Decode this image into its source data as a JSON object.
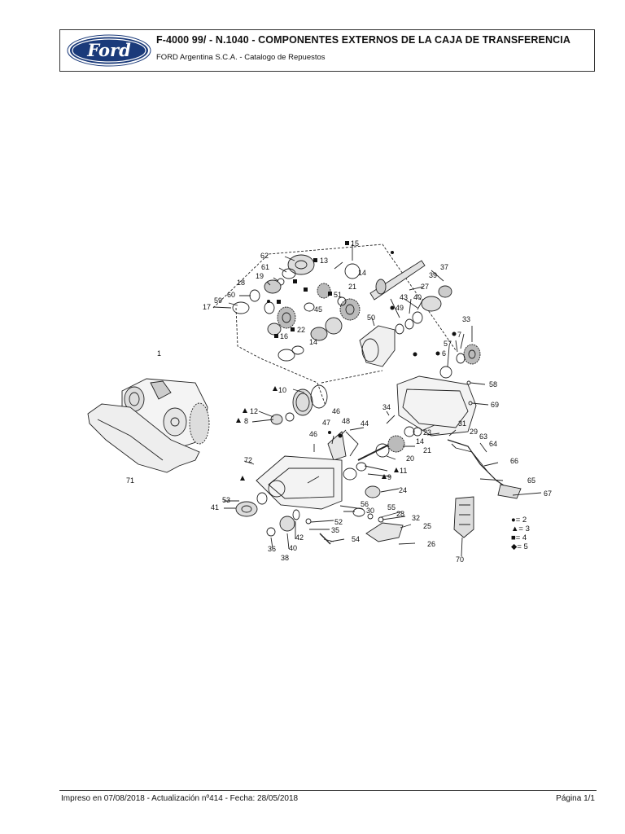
{
  "header": {
    "logo_text": "Ford",
    "title": "F-4000 99/ - N.1040 - COMPONENTES EXTERNOS DE LA CAJA DE TRANSFERENCIA",
    "subtitle": "FORD Argentina S.C.A. - Catalogo de Repuestos"
  },
  "diagram": {
    "callouts": [
      {
        "id": "c62",
        "label": "62"
      },
      {
        "id": "c15",
        "label": "15"
      },
      {
        "id": "c13",
        "label": "13"
      },
      {
        "id": "c61",
        "label": "61"
      },
      {
        "id": "c14a",
        "label": "14"
      },
      {
        "id": "c37",
        "label": "37"
      },
      {
        "id": "c19",
        "label": "19"
      },
      {
        "id": "c18",
        "label": "18"
      },
      {
        "id": "c21a",
        "label": "21"
      },
      {
        "id": "c27",
        "label": "27"
      },
      {
        "id": "c39",
        "label": "39"
      },
      {
        "id": "c60",
        "label": "60"
      },
      {
        "id": "c59",
        "label": "59"
      },
      {
        "id": "c17",
        "label": "17"
      },
      {
        "id": "c51",
        "label": "51"
      },
      {
        "id": "c43",
        "label": "43"
      },
      {
        "id": "c40a",
        "label": "40"
      },
      {
        "id": "c49",
        "label": "49"
      },
      {
        "id": "c45",
        "label": "45"
      },
      {
        "id": "c50",
        "label": "50"
      },
      {
        "id": "c33",
        "label": "33"
      },
      {
        "id": "c22",
        "label": "22"
      },
      {
        "id": "c16",
        "label": "16"
      },
      {
        "id": "c14b",
        "label": "14"
      },
      {
        "id": "c7",
        "label": "7"
      },
      {
        "id": "c57",
        "label": "57"
      },
      {
        "id": "c6",
        "label": "6"
      },
      {
        "id": "c1",
        "label": "1"
      },
      {
        "id": "c58",
        "label": "58"
      },
      {
        "id": "c10",
        "label": "10"
      },
      {
        "id": "c69",
        "label": "69"
      },
      {
        "id": "c12",
        "label": "12"
      },
      {
        "id": "c34",
        "label": "34"
      },
      {
        "id": "c8",
        "label": "8"
      },
      {
        "id": "c46a",
        "label": "46"
      },
      {
        "id": "c31",
        "label": "31"
      },
      {
        "id": "c47",
        "label": "47"
      },
      {
        "id": "c48",
        "label": "48"
      },
      {
        "id": "c44",
        "label": "44"
      },
      {
        "id": "c23",
        "label": "23"
      },
      {
        "id": "c29",
        "label": "29"
      },
      {
        "id": "c63",
        "label": "63"
      },
      {
        "id": "c14c",
        "label": "14"
      },
      {
        "id": "c64",
        "label": "64"
      },
      {
        "id": "c46b",
        "label": "46"
      },
      {
        "id": "c21b",
        "label": "21"
      },
      {
        "id": "c71",
        "label": "71"
      },
      {
        "id": "c72",
        "label": "72"
      },
      {
        "id": "c20",
        "label": "20"
      },
      {
        "id": "c66",
        "label": "66"
      },
      {
        "id": "c11",
        "label": "11"
      },
      {
        "id": "c9",
        "label": "9"
      },
      {
        "id": "c65",
        "label": "65"
      },
      {
        "id": "c24",
        "label": "24"
      },
      {
        "id": "c67",
        "label": "67"
      },
      {
        "id": "c53",
        "label": "53"
      },
      {
        "id": "c56",
        "label": "56"
      },
      {
        "id": "c41",
        "label": "41"
      },
      {
        "id": "c55",
        "label": "55"
      },
      {
        "id": "c30",
        "label": "30"
      },
      {
        "id": "c28",
        "label": "28"
      },
      {
        "id": "c32",
        "label": "32"
      },
      {
        "id": "c52",
        "label": "52"
      },
      {
        "id": "c25",
        "label": "25"
      },
      {
        "id": "c35",
        "label": "35"
      },
      {
        "id": "c42",
        "label": "42"
      },
      {
        "id": "c54",
        "label": "54"
      },
      {
        "id": "c26",
        "label": "26"
      },
      {
        "id": "c36",
        "label": "36"
      },
      {
        "id": "c40b",
        "label": "40"
      },
      {
        "id": "c38",
        "label": "38"
      },
      {
        "id": "c70",
        "label": "70"
      }
    ]
  },
  "legend": [
    {
      "symbol": "●",
      "text": "= 2"
    },
    {
      "symbol": "▲",
      "text": "= 3"
    },
    {
      "symbol": "■",
      "text": "= 4"
    },
    {
      "symbol": "◆",
      "text": "= 5"
    }
  ],
  "footer": {
    "left": "Impreso en 07/08/2018 - Actualización nº414 - Fecha: 28/05/2018",
    "right": "Página 1/1"
  }
}
